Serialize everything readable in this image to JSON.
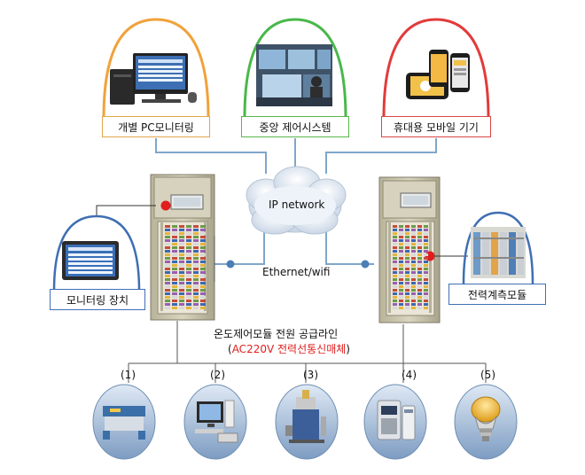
{
  "top_nodes": [
    {
      "label": "개별 PC모니터링",
      "icon": "desktop-pc-icon",
      "ring_color": "#f0a23a"
    },
    {
      "label": "중앙 제어시스템",
      "icon": "control-room-icon",
      "ring_color": "#49b84a"
    },
    {
      "label": "휴대용 모바일 기기",
      "icon": "smartphone-icon",
      "ring_color": "#e23b3b"
    }
  ],
  "cloud_label": "IP network",
  "link_label": "Ethernet/wifi",
  "left_device_label": "모니터링 장치",
  "right_device_label": "전력계측모듈",
  "power_line": {
    "line1": "온도제어모듈 전원 공급라인",
    "line2_prefix": "(",
    "line2_highlight": "AC220V 전력선통신매체",
    "line2_suffix": ")",
    "highlight_color": "#e02020"
  },
  "bottom_nodes": [
    {
      "number": "(1)",
      "icon": "shearing-machine-icon"
    },
    {
      "number": "(2)",
      "icon": "computer-printer-icon"
    },
    {
      "number": "(3)",
      "icon": "lab-equipment-icon"
    },
    {
      "number": "(4)",
      "icon": "appliance-icon"
    },
    {
      "number": "(5)",
      "icon": "light-bulb-icon"
    }
  ]
}
